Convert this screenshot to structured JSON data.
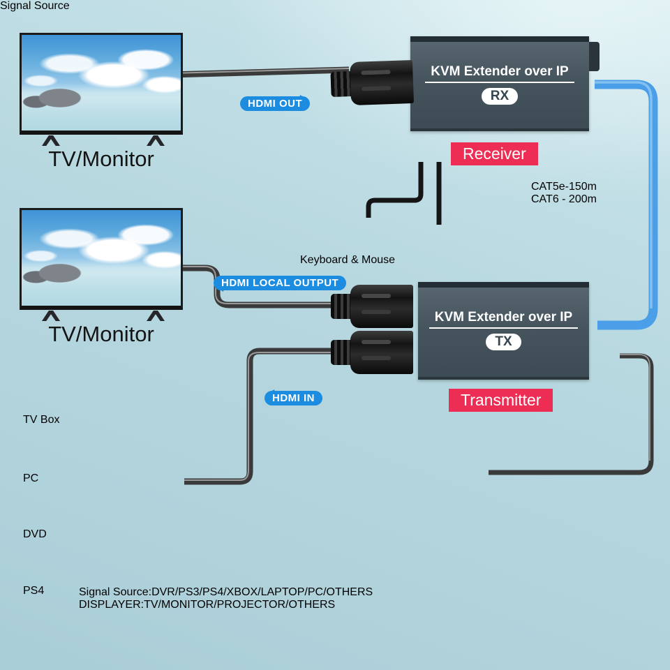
{
  "diagram": {
    "tv_top": {
      "label": "TV/Monitor"
    },
    "tv_middle": {
      "label": "TV/Monitor"
    },
    "receiver_unit": {
      "title": "KVM Extender over IP",
      "badge": "RX",
      "tag": "Receiver"
    },
    "transmitter_unit": {
      "title": "KVM Extender over IP",
      "badge": "TX",
      "tag": "Transmitter"
    },
    "cable_labels": {
      "hdmi_out": "HDMI OUT",
      "hdmi_local_output": "HDMI LOCAL OUTPUT",
      "hdmi_in": "HDMI IN",
      "cat_line1": "CAT5e-150m",
      "cat_line2": "CAT6 - 200m"
    },
    "peripherals": {
      "keyboard_mouse_label": "Keyboard & Mouse"
    },
    "signal_source": {
      "badge": "Signal Source",
      "items": [
        {
          "label": "TV Box"
        },
        {
          "label": "PC"
        },
        {
          "label": "DVD"
        },
        {
          "label": "PS4"
        }
      ]
    },
    "footer": {
      "line1": "Signal Source:DVR/PS3/PS4/XBOX/LAPTOP/PC/OTHERS",
      "line2": "DISPLAYER:TV/MONITOR/PROJECTOR/OTHERS"
    },
    "colors": {
      "accent_blue": "#1b8ce0",
      "accent_red": "#ee2d55",
      "cable_blue": "#4a9fe8",
      "unit_body": "#46545e",
      "background": "#b6d7df"
    }
  }
}
